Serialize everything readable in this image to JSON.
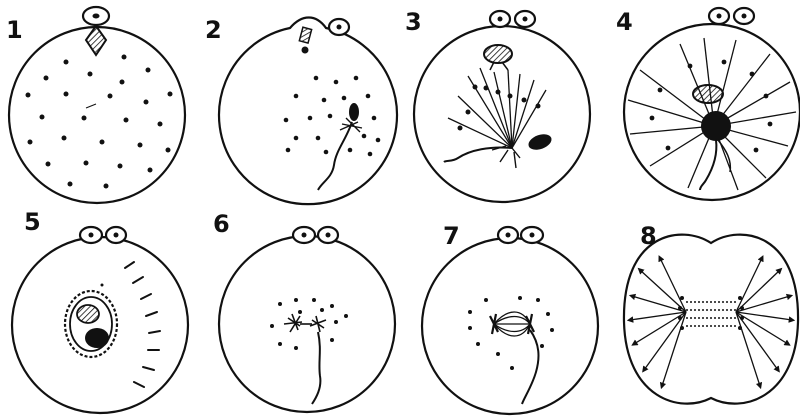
{
  "panels": [
    {
      "label": "1"
    },
    {
      "label": "2"
    },
    {
      "label": "3"
    },
    {
      "label": "4"
    },
    {
      "label": "5"
    },
    {
      "label": "6"
    },
    {
      "label": "7"
    },
    {
      "label": "8"
    }
  ],
  "colors": {
    "ink": "#111111",
    "background": "#ffffff"
  }
}
